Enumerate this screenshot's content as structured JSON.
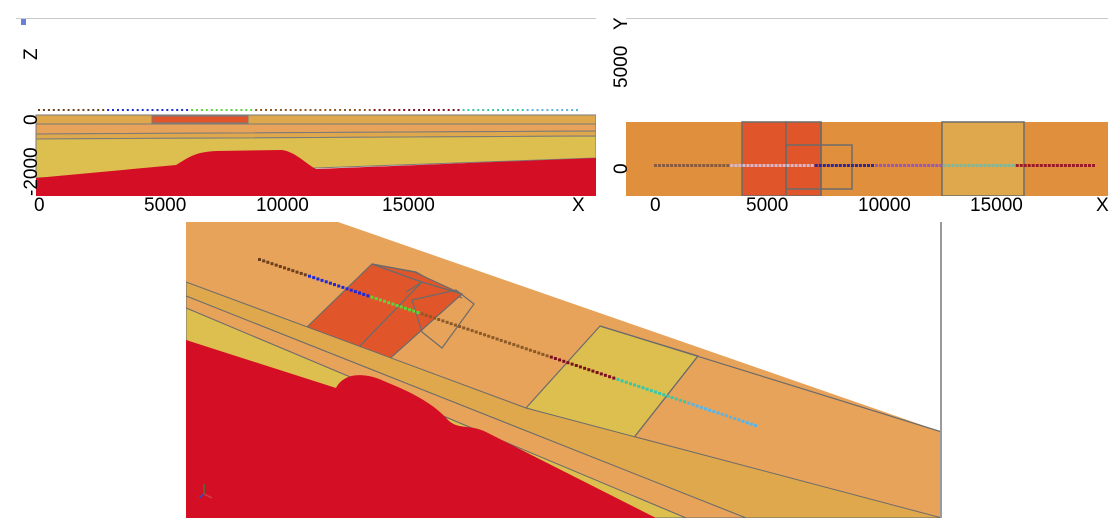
{
  "side_view": {
    "axis_z_label": "Z",
    "axis_x_label": "X",
    "y_ticks": [
      "0",
      "-2000"
    ],
    "x_ticks": [
      "0",
      "5000",
      "10000",
      "15000"
    ]
  },
  "top_view": {
    "axis_y_label": "Y",
    "axis_x_label": "X",
    "y_ticks": [
      "5000",
      "0"
    ],
    "x_ticks": [
      "0",
      "5000",
      "10000",
      "15000"
    ]
  },
  "perspective_view": {
    "orientation_triad": "xyz-axes-icon"
  },
  "colors": {
    "salt": "#d40f25",
    "sand_yellow": "#dcbf4f",
    "light_orange": "#e8a35a",
    "medium_orange": "#e08f3c",
    "dark_orange": "#e0562a",
    "ochre": "#dfa84c",
    "outline": "#6b6b6b",
    "well_segments": [
      "#6b3f1e",
      "#1e2ad8",
      "#5ad63a",
      "#8a5a28",
      "#7a1020",
      "#3ac8a8",
      "#5ab4e6"
    ]
  }
}
